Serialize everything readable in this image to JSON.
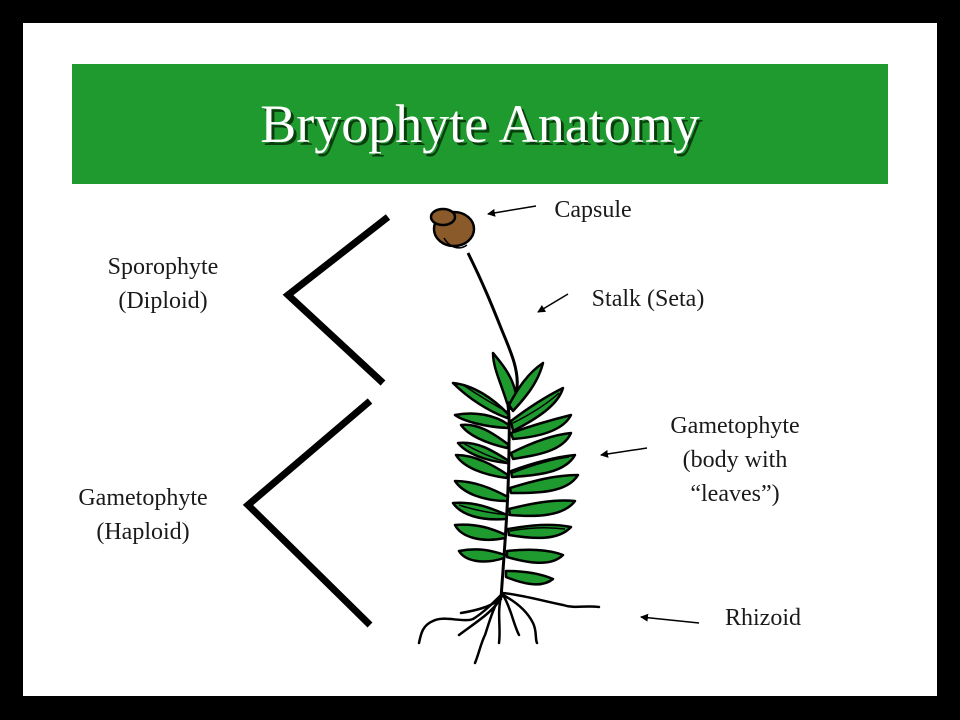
{
  "title": "Bryophyte Anatomy",
  "labels": {
    "capsule": "Capsule",
    "stalk": "Stalk (Seta)",
    "gametophyte_body": [
      "Gametophyte",
      "(body with",
      "“leaves”)"
    ],
    "rhizoid": "Rhizoid"
  },
  "bracket_labels": {
    "sporophyte": [
      "Sporophyte",
      "(Diploid)"
    ],
    "gametophyte": [
      "Gametophyte",
      "(Haploid)"
    ]
  },
  "colors": {
    "title_bar": "#1f9a2e",
    "leaf": "#1f9a2e",
    "capsule": "#8b5a2b",
    "background": "#ffffff"
  }
}
